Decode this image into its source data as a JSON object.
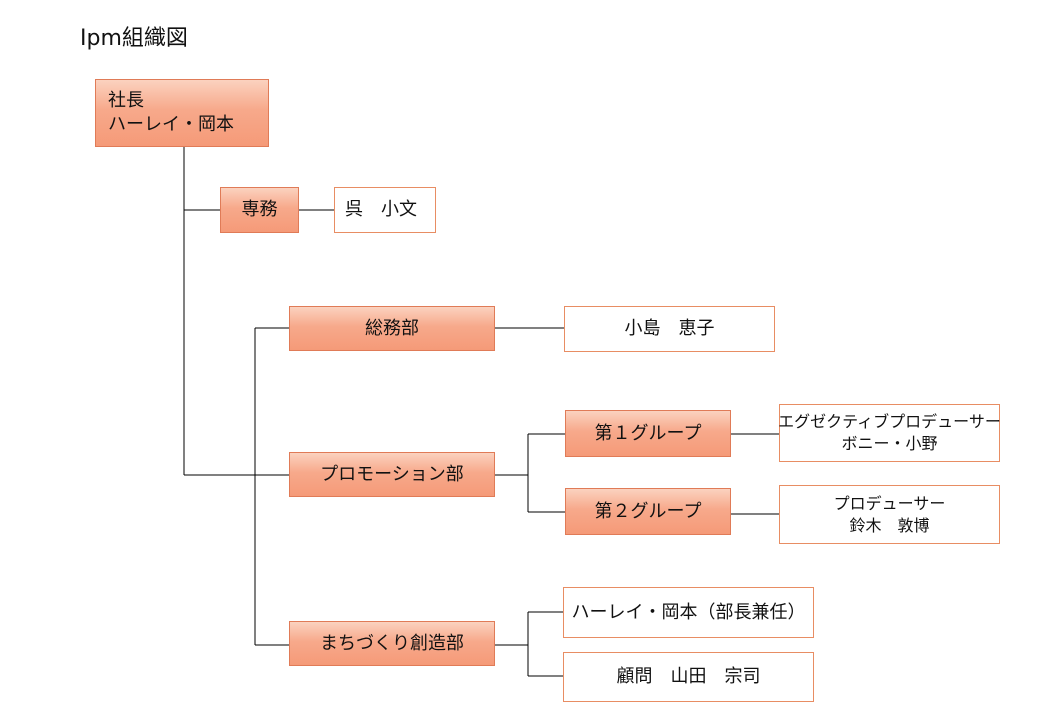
{
  "title": "Ipm組織図",
  "nodes": {
    "president": {
      "line1": "社長",
      "line2": "ハーレイ・岡本"
    },
    "senmu": {
      "label": "専務"
    },
    "senmu_person": {
      "label": "呉　小文"
    },
    "soumu": {
      "label": "総務部"
    },
    "soumu_person": {
      "label": "小島　恵子"
    },
    "promotion": {
      "label": "プロモーション部"
    },
    "group1": {
      "label": "第１グループ"
    },
    "group1_person": {
      "line1": "エグゼクティブプロデューサー",
      "line2": "ボニー・小野"
    },
    "group2": {
      "label": "第２グループ"
    },
    "group2_person": {
      "line1": "プロデューサー",
      "line2": "鈴木　敦博"
    },
    "machi": {
      "label": "まちづくり創造部"
    },
    "machi_person1": {
      "label": "ハーレイ・岡本（部長兼任）"
    },
    "machi_person2": {
      "label": "顧問　山田　宗司"
    }
  },
  "colors": {
    "org_fill": "#f59a78",
    "org_border": "#e07b57",
    "person_border": "#e88d63",
    "connector": "#000000"
  }
}
